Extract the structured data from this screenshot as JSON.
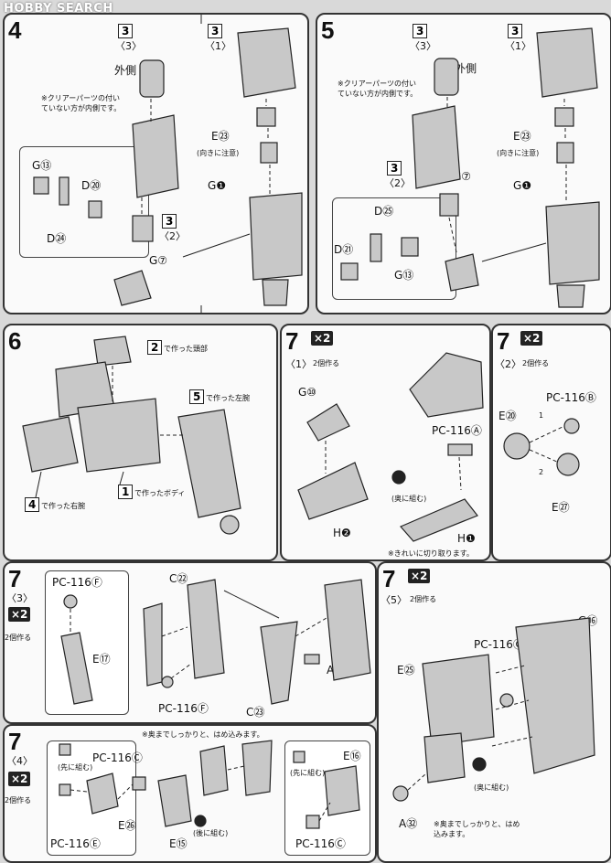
{
  "watermark": "HOBBY SEARCH",
  "panel4": {
    "step": "4",
    "ref_a": "3",
    "ref_a_sub": "〈3〉",
    "ref_b": "3",
    "ref_b_sub": "〈1〉",
    "ref_c": "3",
    "ref_c_sub": "〈2〉",
    "outside_label": "外側",
    "note": "※クリアーパーツの付いていない方が内側です。",
    "warn_label": "E㉓",
    "warn_sub": "(向きに注意)",
    "labels": [
      "G⑬",
      "D⑳",
      "D㉔",
      "G⑦",
      "G❶"
    ]
  },
  "panel5": {
    "step": "5",
    "ref_a": "3",
    "ref_a_sub": "〈3〉",
    "ref_b": "3",
    "ref_b_sub": "〈1〉",
    "ref_c": "3",
    "ref_c_sub": "〈2〉",
    "outside_label": "外側",
    "note": "※クリアーパーツの付いていない方が内側です。",
    "warn_label": "E㉓",
    "warn_sub": "(向きに注意)",
    "labels": [
      "D㉕",
      "D㉑",
      "G⑬",
      "G⑦",
      "G❶"
    ]
  },
  "panel6": {
    "step": "6",
    "head_num": "2",
    "head_text": "で作った頭部",
    "left_num": "5",
    "left_text": "で作った左腕",
    "right_num": "4",
    "right_text": "で作った右腕",
    "body_num": "1",
    "body_text": "で作ったボディ"
  },
  "panel7_1": {
    "step": "7",
    "x2": "×2",
    "sub": "〈1〉",
    "make2": "2個作る",
    "labels": [
      "G⑩",
      "PC-116Ⓐ",
      "H❷",
      "H❶"
    ],
    "note": "※きれいに切り取ります。",
    "inner": "(奥に組む)"
  },
  "panel7_2": {
    "step": "7",
    "x2": "×2",
    "sub": "〈2〉",
    "make2": "2個作る",
    "labels": [
      "E⑳",
      "PC-116Ⓑ",
      "E㉗"
    ],
    "n1": "1",
    "n2": "2"
  },
  "panel7_3": {
    "step": "7",
    "sub": "〈3〉",
    "x2": "×2",
    "make2": "2個作る",
    "labels": [
      "PC-116Ⓕ",
      "E⑰",
      "C㉒",
      "PC-116Ⓕ",
      "C㉓",
      "A❷"
    ]
  },
  "panel7_4": {
    "step": "7",
    "sub": "〈4〉",
    "x2": "×2",
    "make2": "2個作る",
    "note": "※奥までしっかりと、はめ込みます。",
    "labels": [
      "PC-116Ⓒ",
      "PC-116Ⓔ",
      "E㉖",
      "E⑮",
      "E⑯",
      "PC-116Ⓒ"
    ],
    "front": "(先に組む)",
    "back": "(後に組む)"
  },
  "panel7_5": {
    "step": "7",
    "x2": "×2",
    "sub": "〈5〉",
    "make2": "2個作る",
    "labels": [
      "G⑯",
      "E㉕",
      "PC-116Ⓒ",
      "A㉜"
    ],
    "inner": "(奥に組む)",
    "note": "※奥までしっかりと、はめ込みます。"
  }
}
